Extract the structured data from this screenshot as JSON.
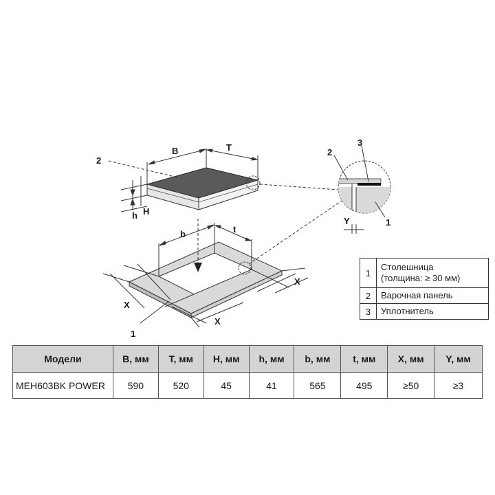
{
  "diagram": {
    "labels": {
      "B": "B",
      "T": "T",
      "H": "H",
      "h": "h",
      "b": "b",
      "t": "t",
      "X_left": "X",
      "X_bottom": "X",
      "X_right": "X",
      "Y": "Y",
      "callout_2_main": "2",
      "callout_1_main": "1",
      "callout_2_detail": "2",
      "callout_3_detail": "3",
      "callout_1_detail": "1"
    },
    "colors": {
      "glass": "#5a5a5a",
      "countertop": "#d9d9d9",
      "line": "#333333"
    }
  },
  "legend": {
    "rows": [
      {
        "num": "1",
        "text": "Столешница",
        "text2": "(толщина: ≥ 30 мм)"
      },
      {
        "num": "2",
        "text": "Варочная панель"
      },
      {
        "num": "3",
        "text": "Уплотнитель"
      }
    ]
  },
  "specs": {
    "headers": [
      "Модели",
      "B, мм",
      "T, мм",
      "H, мм",
      "h, мм",
      "b, мм",
      "t, мм",
      "X, мм",
      "Y, мм"
    ],
    "rows": [
      [
        "MEH603BK POWER",
        "590",
        "520",
        "45",
        "41",
        "565",
        "495",
        "≥50",
        "≥3"
      ]
    ]
  }
}
